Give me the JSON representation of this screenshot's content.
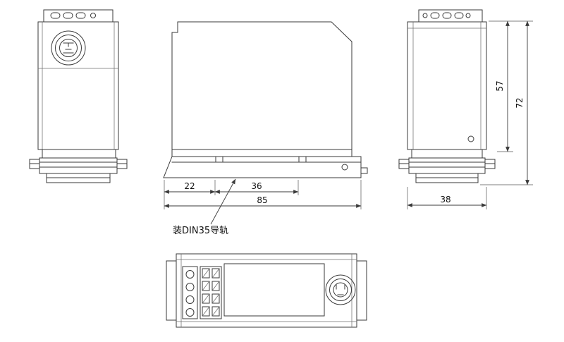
{
  "drawing": {
    "din_label": "装DIN35导轨",
    "dims": {
      "d22": "22",
      "d36": "36",
      "d85": "85",
      "d57": "57",
      "d72": "72",
      "d38": "38"
    }
  }
}
